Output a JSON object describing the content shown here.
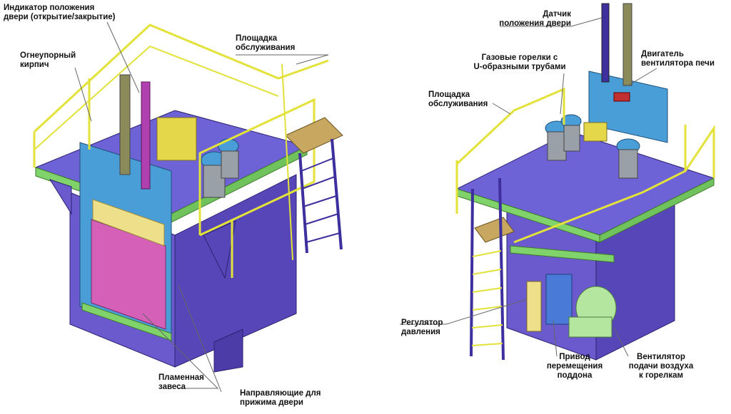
{
  "labels": {
    "door_position_indicator": [
      "Индикатор положения",
      "двери (открытие/закрытие)"
    ],
    "refractory_brick": [
      "Огнеупорный",
      "кирпич"
    ],
    "service_platform_left": [
      "Площадка",
      "обслуживания"
    ],
    "flame_curtain": [
      "Пламенная",
      "завеса"
    ],
    "door_clamp_guides": [
      "Направляющие для",
      "прижима двери"
    ],
    "door_position_sensor": [
      "Датчик",
      "положения двери"
    ],
    "gas_burners": [
      "Газовые горелки с",
      "U-образными трубами"
    ],
    "fan_motor": [
      "Двигатель",
      "вентилятора печи"
    ],
    "service_platform_right": [
      "Площадка",
      "обслуживания"
    ],
    "pressure_regulator": [
      "Регулятор",
      "давления"
    ],
    "tray_drive": [
      "Привод",
      "перемещения",
      "поддона"
    ],
    "air_fan": [
      "Вентилятор",
      "подачи воздуха",
      "к горелкам"
    ]
  },
  "colors": {
    "furnace_body": "#6a5acd",
    "furnace_dark": "#3d2f9e",
    "railing": "#e2e23a",
    "platform_edge": "#7fd36a",
    "door_frame": "#4a9ed8",
    "door_panel": "#d460b8",
    "cream": "#eedf8a",
    "fan_green": "#b4e6a0",
    "steel": "#9aa0a8",
    "leader_line": "#666666"
  }
}
